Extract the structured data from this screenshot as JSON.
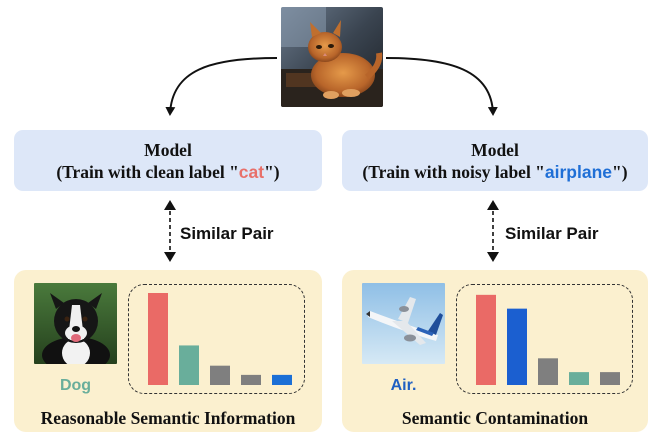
{
  "input_image": {
    "subject": "cat"
  },
  "left_branch": {
    "model_title": "Model",
    "model_prefix": "(Train with clean label \"",
    "model_label": "cat",
    "model_suffix": "\")",
    "pair_text": "Similar Pair",
    "thumb_subject": "dog",
    "thumb_label": "Dog",
    "panel_title": "Reasonable Semantic Information",
    "bars": {
      "values": [
        1.0,
        0.43,
        0.21,
        0.11,
        0.11
      ],
      "colors": [
        "#ea6a66",
        "#69ae9b",
        "#7f7f7f",
        "#7f7f7f",
        "#1b6fd6"
      ]
    }
  },
  "right_branch": {
    "model_title": "Model",
    "model_prefix": "(Train with noisy label \"",
    "model_label": "airplane",
    "model_suffix": "\")",
    "pair_text": "Similar Pair",
    "thumb_subject": "airplane",
    "thumb_label": "Air.",
    "panel_title": "Semantic Contamination",
    "bars": {
      "values": [
        0.98,
        0.83,
        0.29,
        0.14,
        0.14
      ],
      "colors": [
        "#ea6a66",
        "#1b5fd0",
        "#7f7f7f",
        "#69ae9b",
        "#7f7f7f"
      ]
    }
  },
  "colors": {
    "model_box": "#dde7f8",
    "panel": "#fbf0cf",
    "clean_label": "#e8706a",
    "noisy_label": "#1f6fd6",
    "dog_label": "#69ae9b"
  }
}
